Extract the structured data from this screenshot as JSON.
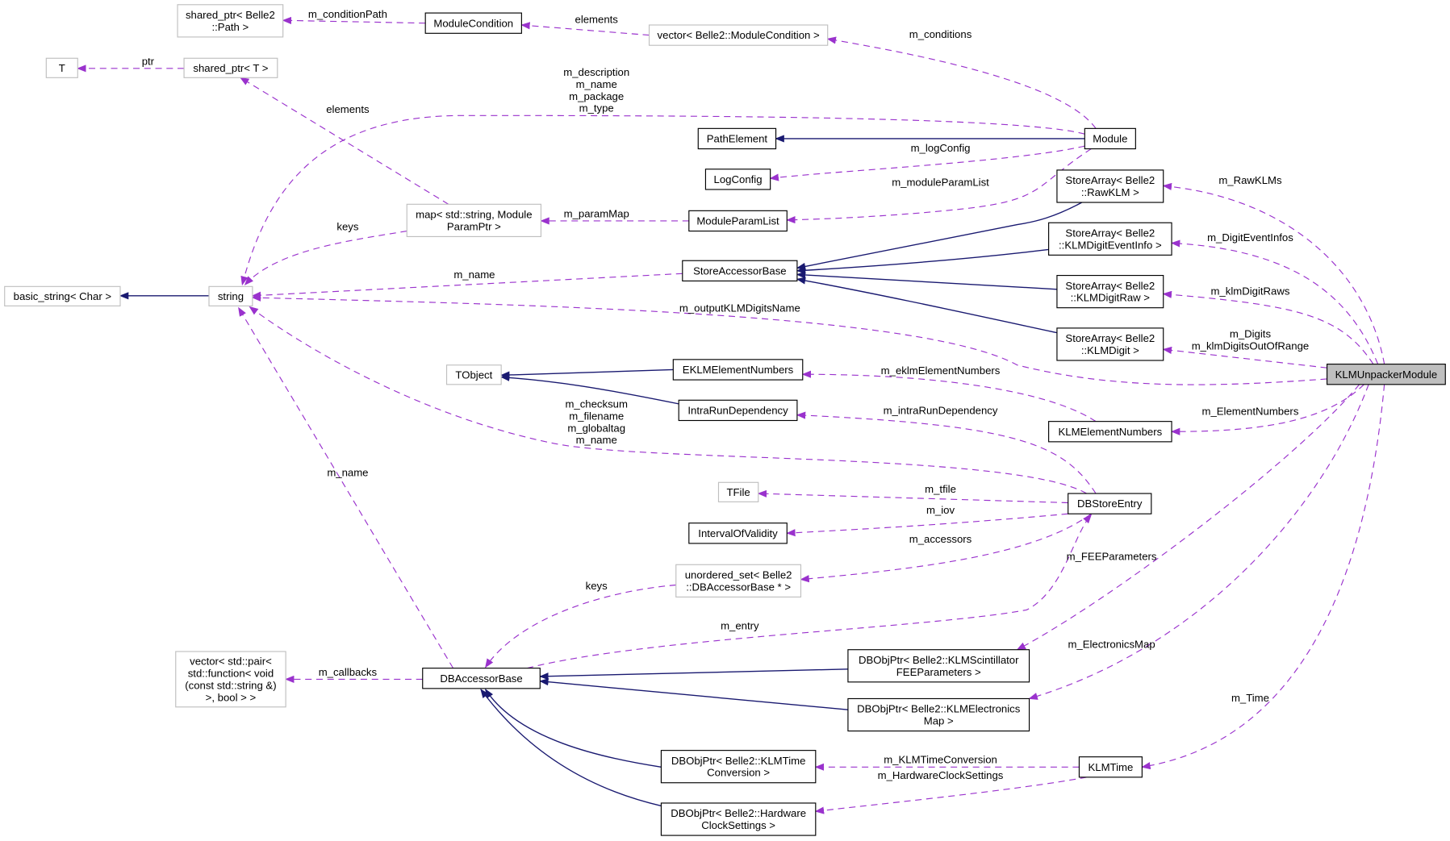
{
  "title": "KLMUnpackerModule collaboration diagram",
  "colors": {
    "member_edge": "#9a32cd",
    "inherit_edge": "#191970",
    "highlight_fill": "#bfbfbf",
    "undocumented_border": "#bfbfbf"
  },
  "nodes": [
    {
      "lines": [
        "shared_ptr< Belle2",
        "::Path >"
      ]
    },
    {
      "lines": [
        "ModuleCondition"
      ]
    },
    {
      "lines": [
        "vector< Belle2::ModuleCondition >"
      ]
    },
    {
      "lines": [
        "T"
      ]
    },
    {
      "lines": [
        "shared_ptr< T >"
      ]
    },
    {
      "lines": [
        "PathElement"
      ]
    },
    {
      "lines": [
        "Module"
      ]
    },
    {
      "lines": [
        "LogConfig"
      ]
    },
    {
      "lines": [
        "StoreArray< Belle2",
        "::RawKLM >"
      ]
    },
    {
      "lines": [
        "map< std::string, Module",
        "ParamPtr >"
      ]
    },
    {
      "lines": [
        "ModuleParamList"
      ]
    },
    {
      "lines": [
        "StoreArray< Belle2",
        "::KLMDigitEventInfo >"
      ]
    },
    {
      "lines": [
        "basic_string< Char >"
      ]
    },
    {
      "lines": [
        "string"
      ]
    },
    {
      "lines": [
        "StoreAccessorBase"
      ]
    },
    {
      "lines": [
        "StoreArray< Belle2",
        "::KLMDigitRaw >"
      ]
    },
    {
      "lines": [
        "StoreArray< Belle2",
        "::KLMDigit >"
      ]
    },
    {
      "lines": [
        "KLMUnpackerModule"
      ]
    },
    {
      "lines": [
        "TObject"
      ]
    },
    {
      "lines": [
        "EKLMElementNumbers"
      ]
    },
    {
      "lines": [
        "IntraRunDependency"
      ]
    },
    {
      "lines": [
        "KLMElementNumbers"
      ]
    },
    {
      "lines": [
        "TFile"
      ]
    },
    {
      "lines": [
        "DBStoreEntry"
      ]
    },
    {
      "lines": [
        "IntervalOfValidity"
      ]
    },
    {
      "lines": [
        "unordered_set< Belle2",
        "::DBAccessorBase * >"
      ]
    },
    {
      "lines": [
        "vector< std::pair<",
        "std::function< void",
        "(const std::string &)",
        ">, bool > >"
      ]
    },
    {
      "lines": [
        "DBAccessorBase"
      ]
    },
    {
      "lines": [
        "DBObjPtr< Belle2::KLMScintillator",
        "FEEParameters >"
      ]
    },
    {
      "lines": [
        "DBObjPtr< Belle2::KLMElectronics",
        "Map >"
      ]
    },
    {
      "lines": [
        "DBObjPtr< Belle2::KLMTime",
        "Conversion >"
      ]
    },
    {
      "lines": [
        "KLMTime"
      ]
    },
    {
      "lines": [
        "DBObjPtr< Belle2::Hardware",
        "ClockSettings >"
      ]
    }
  ],
  "edges": [
    {
      "lines": [
        "m_conditionPath"
      ]
    },
    {
      "lines": [
        "elements"
      ]
    },
    {
      "lines": [
        "m_conditions"
      ]
    },
    {
      "lines": [
        "ptr"
      ]
    },
    {
      "lines": [
        "elements"
      ]
    },
    {
      "lines": [
        "m_description",
        "m_name",
        "m_package",
        "m_type"
      ]
    },
    {
      "lines": []
    },
    {
      "lines": [
        "m_logConfig"
      ]
    },
    {
      "lines": [
        "m_moduleParamList"
      ]
    },
    {
      "lines": [
        "m_paramMap"
      ]
    },
    {
      "lines": [
        "keys"
      ]
    },
    {
      "lines": []
    },
    {
      "lines": [
        "m_name"
      ]
    },
    {
      "lines": [
        "m_outputKLMDigitsName"
      ]
    },
    {
      "lines": []
    },
    {
      "lines": []
    },
    {
      "lines": []
    },
    {
      "lines": []
    },
    {
      "lines": [
        "m_RawKLMs"
      ]
    },
    {
      "lines": [
        "m_DigitEventInfos"
      ]
    },
    {
      "lines": [
        "m_klmDigitRaws"
      ]
    },
    {
      "lines": [
        "m_Digits",
        "m_klmDigitsOutOfRange"
      ]
    },
    {
      "lines": []
    },
    {
      "lines": []
    },
    {
      "lines": [
        "m_eklmElementNumbers"
      ]
    },
    {
      "lines": [
        "m_ElementNumbers"
      ]
    },
    {
      "lines": [
        "m_intraRunDependency"
      ]
    },
    {
      "lines": [
        "m_checksum",
        "m_filename",
        "m_globaltag",
        "m_name"
      ]
    },
    {
      "lines": [
        "m_tfile"
      ]
    },
    {
      "lines": [
        "m_iov"
      ]
    },
    {
      "lines": [
        "m_accessors"
      ]
    },
    {
      "lines": [
        "m_entry"
      ]
    },
    {
      "lines": [
        "keys"
      ]
    },
    {
      "lines": [
        "m_name"
      ]
    },
    {
      "lines": [
        "m_callbacks"
      ]
    },
    {
      "lines": []
    },
    {
      "lines": []
    },
    {
      "lines": []
    },
    {
      "lines": []
    },
    {
      "lines": [
        "m_FEEParameters"
      ]
    },
    {
      "lines": [
        "m_ElectronicsMap"
      ]
    },
    {
      "lines": [
        "m_Time"
      ]
    },
    {
      "lines": [
        "m_KLMTimeConversion"
      ]
    },
    {
      "lines": [
        "m_HardwareClockSettings"
      ]
    }
  ]
}
